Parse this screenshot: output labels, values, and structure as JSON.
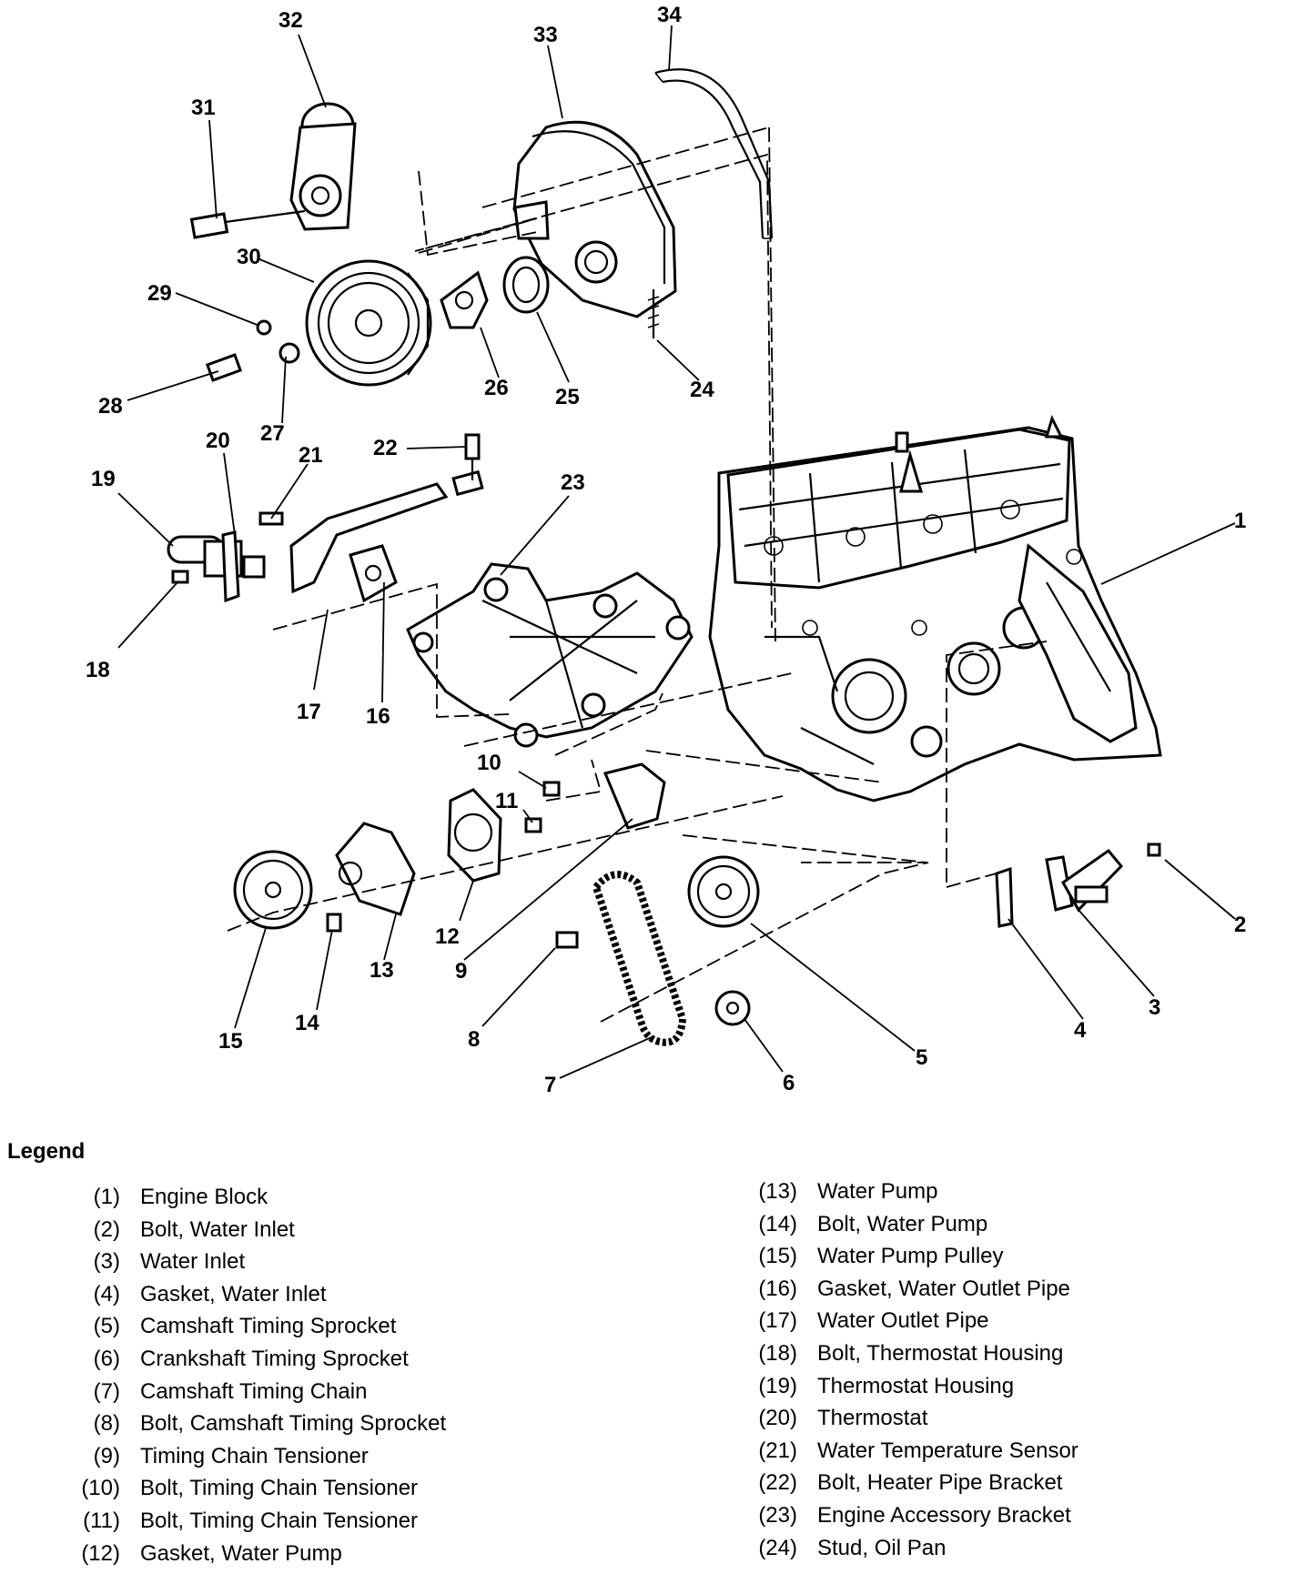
{
  "callouts": [
    "1",
    "2",
    "3",
    "4",
    "5",
    "6",
    "7",
    "8",
    "9",
    "10",
    "11",
    "12",
    "13",
    "14",
    "15",
    "16",
    "17",
    "18",
    "19",
    "20",
    "21",
    "22",
    "23",
    "24",
    "25",
    "26",
    "27",
    "28",
    "29",
    "30",
    "31",
    "32",
    "33",
    "34"
  ],
  "legend": {
    "title": "Legend",
    "left": [
      {
        "num": "(1)",
        "label": "Engine Block"
      },
      {
        "num": "(2)",
        "label": "Bolt, Water Inlet"
      },
      {
        "num": "(3)",
        "label": "Water Inlet"
      },
      {
        "num": "(4)",
        "label": "Gasket, Water Inlet"
      },
      {
        "num": "(5)",
        "label": "Camshaft Timing Sprocket"
      },
      {
        "num": "(6)",
        "label": "Crankshaft Timing Sprocket"
      },
      {
        "num": "(7)",
        "label": "Camshaft Timing Chain"
      },
      {
        "num": "(8)",
        "label": "Bolt, Camshaft Timing Sprocket"
      },
      {
        "num": "(9)",
        "label": "Timing Chain Tensioner"
      },
      {
        "num": "(10)",
        "label": "Bolt, Timing Chain Tensioner"
      },
      {
        "num": "(11)",
        "label": "Bolt, Timing Chain Tensioner"
      },
      {
        "num": "(12)",
        "label": "Gasket, Water Pump"
      }
    ],
    "right": [
      {
        "num": "(13)",
        "label": "Water Pump"
      },
      {
        "num": "(14)",
        "label": "Bolt, Water Pump"
      },
      {
        "num": "(15)",
        "label": "Water Pump Pulley"
      },
      {
        "num": "(16)",
        "label": "Gasket, Water Outlet Pipe"
      },
      {
        "num": "(17)",
        "label": "Water Outlet Pipe"
      },
      {
        "num": "(18)",
        "label": "Bolt, Thermostat Housing"
      },
      {
        "num": "(19)",
        "label": "Thermostat Housing"
      },
      {
        "num": "(20)",
        "label": "Thermostat"
      },
      {
        "num": "(21)",
        "label": "Water Temperature Sensor"
      },
      {
        "num": "(22)",
        "label": "Bolt, Heater Pipe Bracket"
      },
      {
        "num": "(23)",
        "label": "Engine Accessory Bracket"
      },
      {
        "num": "(24)",
        "label": "Stud, Oil Pan"
      }
    ]
  }
}
